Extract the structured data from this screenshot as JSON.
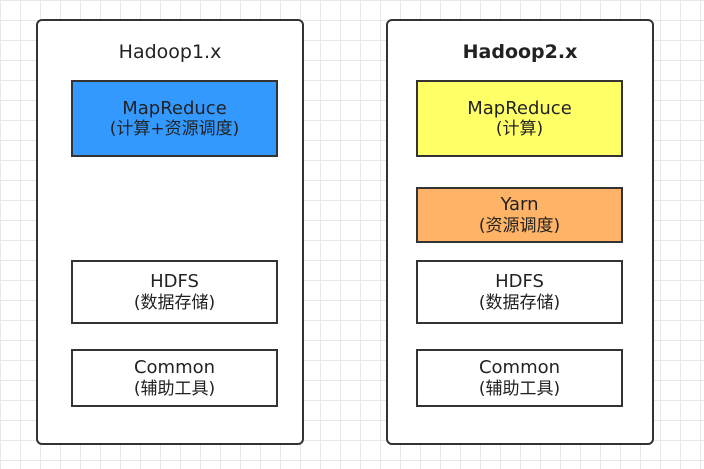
{
  "colors": {
    "mapreduce_v1": "#3399ff",
    "mapreduce_v2": "#ffff66",
    "yarn": "#ffb366",
    "plain": "#ffffff",
    "border": "#333333"
  },
  "hadoop1": {
    "title": "Hadoop1.x",
    "mapreduce": {
      "name": "MapReduce",
      "desc": "(计算+资源调度)"
    },
    "hdfs": {
      "name": "HDFS",
      "desc": "(数据存储)"
    },
    "common": {
      "name": "Common",
      "desc": "(辅助工具)"
    }
  },
  "hadoop2": {
    "title": "Hadoop2.x",
    "mapreduce": {
      "name": "MapReduce",
      "desc": "(计算)"
    },
    "yarn": {
      "name": "Yarn",
      "desc": "(资源调度)"
    },
    "hdfs": {
      "name": "HDFS",
      "desc": "(数据存储)"
    },
    "common": {
      "name": "Common",
      "desc": "(辅助工具)"
    }
  }
}
